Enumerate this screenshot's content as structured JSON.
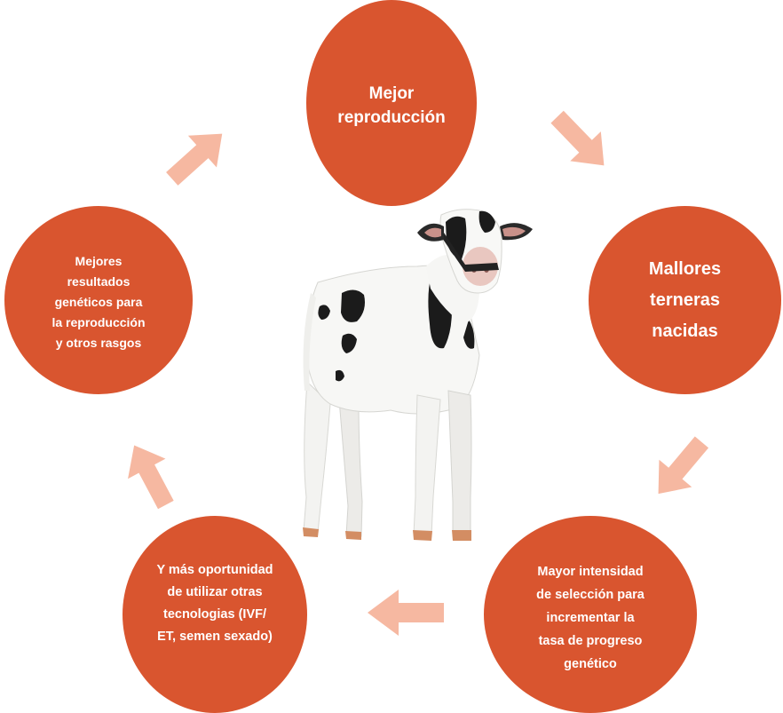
{
  "diagram": {
    "steps": [
      {
        "label": "Mejor\nreproducción"
      },
      {
        "label": "Mallores\nterneras\nnacidas"
      },
      {
        "label": "Mayor intensidad\nde selección para\nincrementar la\ntasa de progreso\ngenético"
      },
      {
        "label": "Y más oportunidad\nde utilizar otras\ntecnologias (IVF/\nET, semen sexado)"
      },
      {
        "label": "Mejores\nresultados\ngenéticos para\nla reproducción\ny otros rasgos"
      }
    ]
  },
  "colors": {
    "circle": "#D9552F",
    "arrow": "#F6B8A1"
  },
  "illustration": {
    "center": "holstein-calf"
  }
}
